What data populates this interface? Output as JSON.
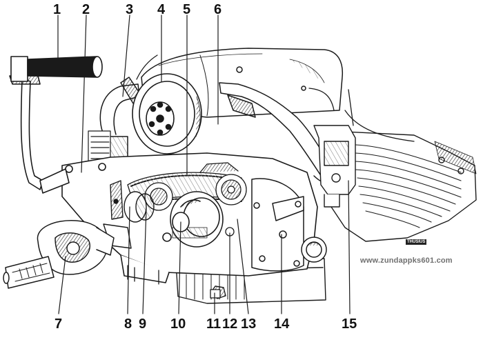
{
  "callouts": [
    "1",
    "2",
    "3",
    "4",
    "5",
    "6",
    "7",
    "8",
    "9",
    "10",
    "11",
    "12",
    "13",
    "14",
    "15"
  ],
  "watermark": "www.zundappks601.com",
  "artist_signature": "THUSIUS",
  "colors": {
    "ink": "#1a1a1a",
    "paper": "#ffffff",
    "watermark": "#6f6f6f"
  }
}
